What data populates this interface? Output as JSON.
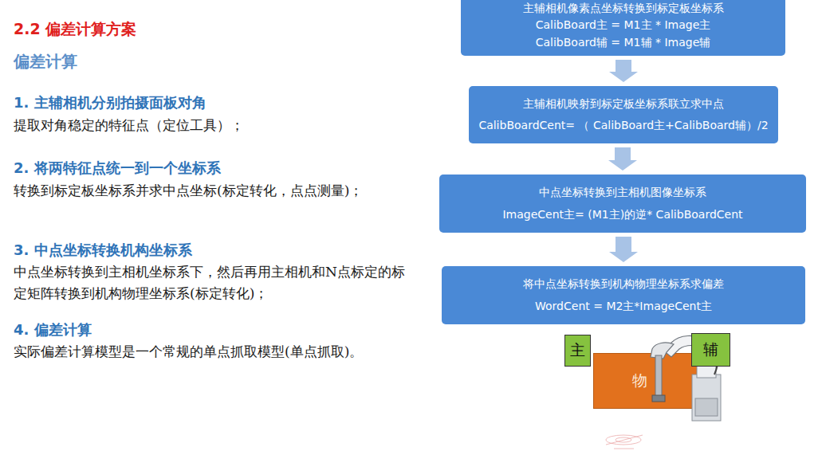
{
  "diagram": {
    "title": "2.2 偏差计算方案",
    "nodes": [
      {
        "text": [
          "主辅相机像素点坐标转换到标定板坐标系",
          "CalibBoard主 = M1主 * Image主",
          "CalibBoard辅 = M1辅 * Image辅"
        ]
      },
      {
        "text": [
          "主辅相机映射到标定板坐标系联立求中点",
          "CalibBoardCent= （ CalibBoard主+CalibBoard辅）/2"
        ]
      },
      {
        "text": [
          "中点坐标转换到主相机图像坐标系",
          "ImageCent主= (M1主)的逆* CalibBoardCent"
        ]
      },
      {
        "text": [
          "将中点坐标转换到机构物理坐标系求偏差",
          "WordCent = M2主*ImageCent主"
        ]
      },
      {
        "text": [
          "主"
        ]
      },
      {
        "text": [
          "辅"
        ]
      },
      {
        "text": [
          "物"
        ]
      }
    ],
    "edges": [
      {
        "from": 0,
        "to": 1,
        "arrow": "to"
      },
      {
        "from": 1,
        "to": 2,
        "arrow": "to"
      },
      {
        "from": 2,
        "to": 3,
        "arrow": "to"
      }
    ],
    "labels": [
      "偏差计算",
      "1. 主辅相机分别拍摄面板对角",
      "提取对角稳定的特征点（定位工具）；",
      "2. 将两特征点统一到一个坐标系",
      "转换到标定板坐标系并求中点坐标(标定转化，点点测量)；",
      "3. 中点坐标转换机构坐标系",
      "中点坐标转换到主相机坐标系下，然后再用主相机和N点标定的标定矩阵转换到机构物理坐标系(标定转化)；",
      "4. 偏差计算",
      "实际偏差计算模型是一个常规的单点抓取模型(单点抓取)。"
    ]
  }
}
